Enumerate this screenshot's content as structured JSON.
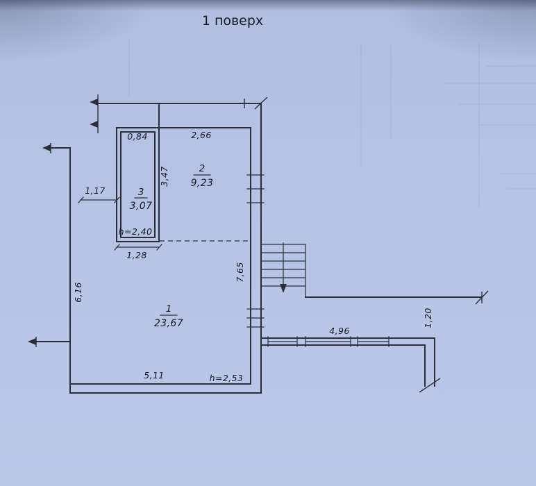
{
  "title": "1 поверх",
  "colors": {
    "paper": "#b6c3e5",
    "line": "#2b2e36",
    "text": "#14171f"
  },
  "rooms": {
    "room1": {
      "number": "1",
      "area": "23,67"
    },
    "room2": {
      "number": "2",
      "area": "9,23"
    },
    "room3": {
      "number": "3",
      "area": "3,07"
    }
  },
  "dims": {
    "closet_top_width": "0,84",
    "room2_top_width": "2,66",
    "closet_right_depth": "3,47",
    "left_offset": "1,17",
    "closet_ceiling_height": "h=2,40",
    "closet_outer_width": "1,28",
    "left_wall_length": "6,16",
    "right_wall_length": "7,65",
    "bottom_wall_length": "5,11",
    "room1_ceiling_height": "h=2,53",
    "corridor_length": "4,96",
    "corridor_width": "1,20"
  }
}
